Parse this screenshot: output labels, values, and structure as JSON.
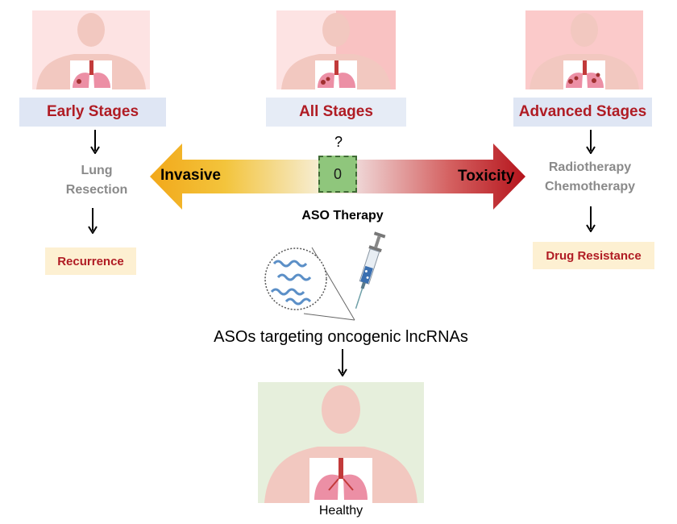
{
  "stages": {
    "early": {
      "label": "Early Stages",
      "treatment": [
        "Lung",
        "Resection"
      ],
      "outcome": "Recurrence"
    },
    "all": {
      "label": "All Stages"
    },
    "advanced": {
      "label": "Advanced Stages",
      "treatment": [
        "Radiotherapy",
        "Chemotherapy"
      ],
      "outcome": "Drug Resistance"
    }
  },
  "scale": {
    "left_label": "Invasive",
    "right_label": "Toxicity",
    "question": "?",
    "center_value": "0",
    "therapy_label": "ASO Therapy"
  },
  "aso": {
    "caption": "ASOs targeting oncogenic lncRNAs"
  },
  "healthy": {
    "label": "Healthy"
  },
  "colors": {
    "stage_text": "#b01c24",
    "stage_box": "#dfe6f4",
    "outcome_box": "#fdf0d2",
    "gradient_left": "#f2b21c",
    "gradient_right": "#b5141c",
    "zero_box": "#8fc67c",
    "healthy_bg": "#e6efdc"
  }
}
